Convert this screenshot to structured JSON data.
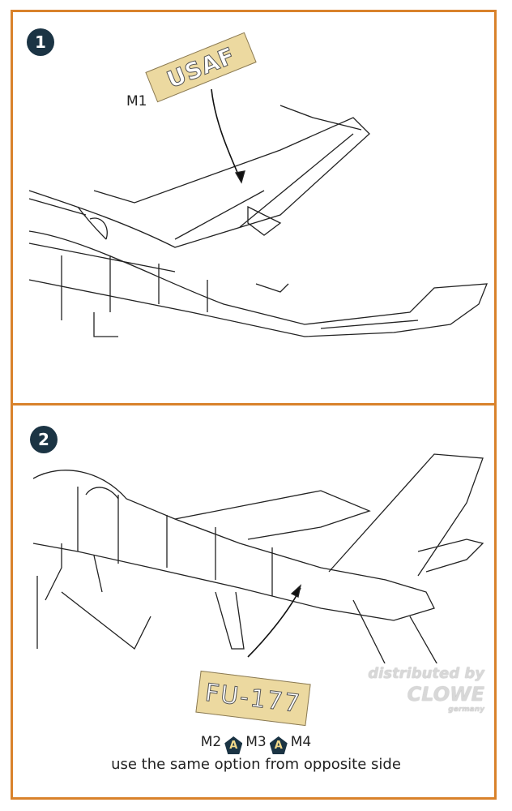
{
  "steps": [
    {
      "number": "1",
      "decal": {
        "code": "M1",
        "text": "USAF"
      }
    },
    {
      "number": "2",
      "decal": {
        "text": "FU-177"
      },
      "options": {
        "codes": [
          "M2",
          "M3",
          "M4"
        ],
        "separator_badge": "A"
      },
      "note": "use the same option from opposite side"
    }
  ],
  "watermark": {
    "line1": "distributed by",
    "brand": "CLOWE",
    "country": "germany"
  },
  "colors": {
    "border": "#d9822b",
    "badge": "#1b3444",
    "decal": "#ecd9a0"
  }
}
